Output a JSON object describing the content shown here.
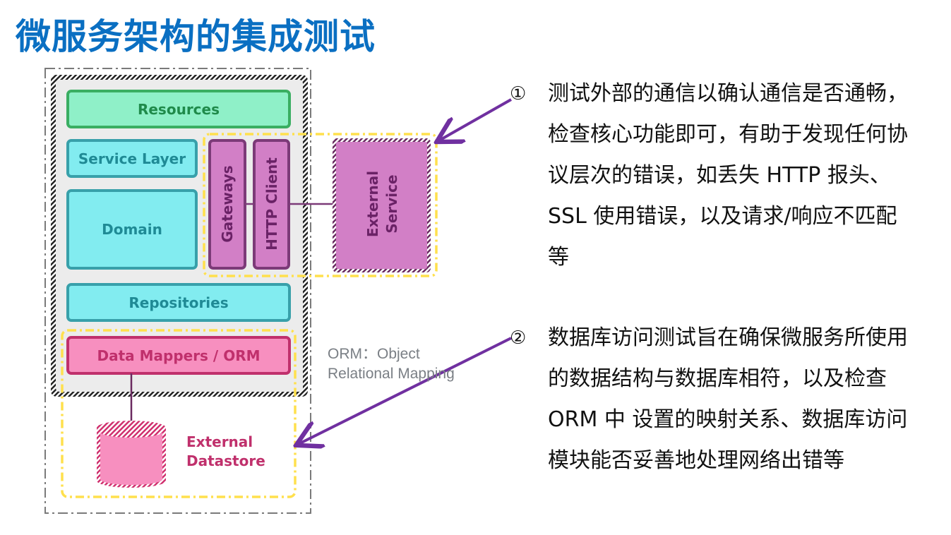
{
  "slide": {
    "title": "微服务架构的集成测试"
  },
  "diagram": {
    "boxes": {
      "resources": "Resources",
      "service_layer": "Service Layer",
      "domain": "Domain",
      "gateways": "Gateways",
      "http_client": "HTTP Client",
      "external_service_line1": "External",
      "external_service_line2": "Service",
      "repositories": "Repositories",
      "data_mappers": "Data Mappers / ORM",
      "external_datastore_line1": "External",
      "external_datastore_line2": "Datastore"
    },
    "orm_note_line1": "ORM：Object",
    "orm_note_line2": "Relational Mapping",
    "colors": {
      "resources_fill": "#8ff0c8",
      "resources_stroke": "#3aae62",
      "resources_text": "#1f8a4a",
      "cyan_fill": "#82ecf0",
      "cyan_stroke": "#38a0aa",
      "cyan_text": "#1f8a95",
      "purple_fill": "#d27fc6",
      "purple_stroke": "#7c3a78",
      "purple_text": "#6a2266",
      "pink_fill": "#f78fbf",
      "pink_stroke": "#c0306c",
      "pink_text": "#c0306c",
      "highlight_dash": "#ffe04d",
      "arrow": "#7030a0",
      "title": "#0a6fc2"
    }
  },
  "points": [
    {
      "marker": "①",
      "lines": [
        "测试外部的通信以确认通信是否通畅，",
        "检查核心功能即可，有助于发现任何协",
        "议层次的错误，如丢失 HTTP 报头、",
        "SSL 使用错误，以及请求/响应不匹配",
        "等"
      ]
    },
    {
      "marker": "②",
      "lines": [
        "数据库访问测试旨在确保微服务所使用",
        "的数据结构与数据库相符，以及检查",
        "ORM 中 设置的映射关系、数据库访问",
        "模块能否妥善地处理网络出错等"
      ]
    }
  ]
}
